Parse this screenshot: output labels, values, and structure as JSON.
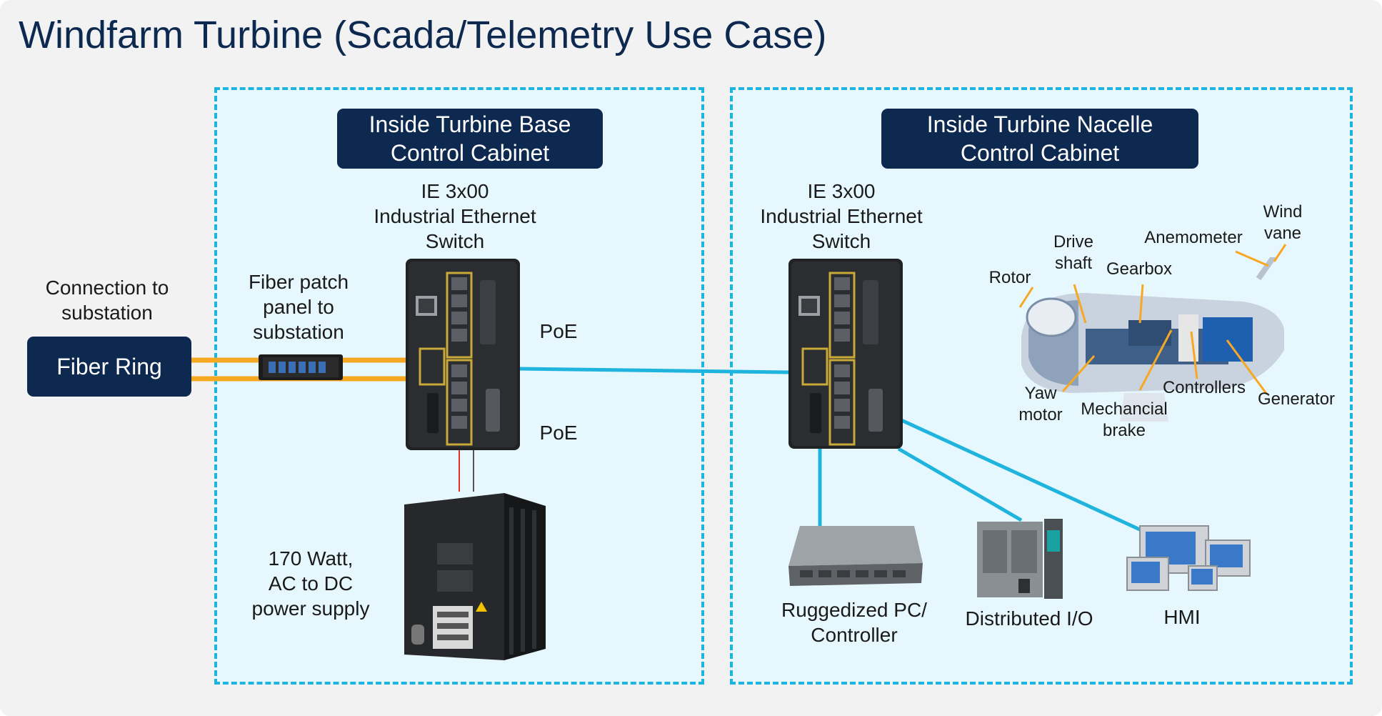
{
  "title": "Windfarm Turbine (Scada/Telemetry Use Case)",
  "colors": {
    "navy": "#0d2950",
    "cyan_link": "#1fb4dd",
    "fiber_orange": "#f7a823",
    "zone_fill": "#e6f7fd",
    "background": "#f2f2f2"
  },
  "left": {
    "connection_label": "Connection to\nsubstation",
    "fiber_ring": "Fiber Ring",
    "patch_panel_label": "Fiber patch\npanel to\nsubstation"
  },
  "base_cabinet": {
    "header": "Inside Turbine Base\nControl Cabinet",
    "switch_label": "IE 3x00\nIndustrial Ethernet\nSwitch",
    "poe_top": "PoE",
    "poe_bottom": "PoE",
    "power_label": "170 Watt,\nAC to DC\npower supply"
  },
  "nacelle_cabinet": {
    "header": "Inside Turbine Nacelle\nControl Cabinet",
    "switch_label": "IE 3x00\nIndustrial Ethernet\nSwitch",
    "pc_label": "Ruggedized PC/\nController",
    "io_label": "Distributed I/O",
    "hmi_label": "HMI"
  },
  "turbine_parts": {
    "rotor": "Rotor",
    "drive_shaft": "Drive\nshaft",
    "gearbox": "Gearbox",
    "anemometer": "Anemometer",
    "wind_vane": "Wind\nvane",
    "yaw_motor": "Yaw\nmotor",
    "mechancial_brake": "Mechancial\nbrake",
    "controllers": "Controllers",
    "generator": "Generator"
  },
  "icons": [
    "industrial-switch-icon",
    "power-supply-icon",
    "fiber-patch-panel-icon",
    "rugged-pc-icon",
    "distributed-io-icon",
    "hmi-panel-icon",
    "turbine-nacelle-icon"
  ]
}
